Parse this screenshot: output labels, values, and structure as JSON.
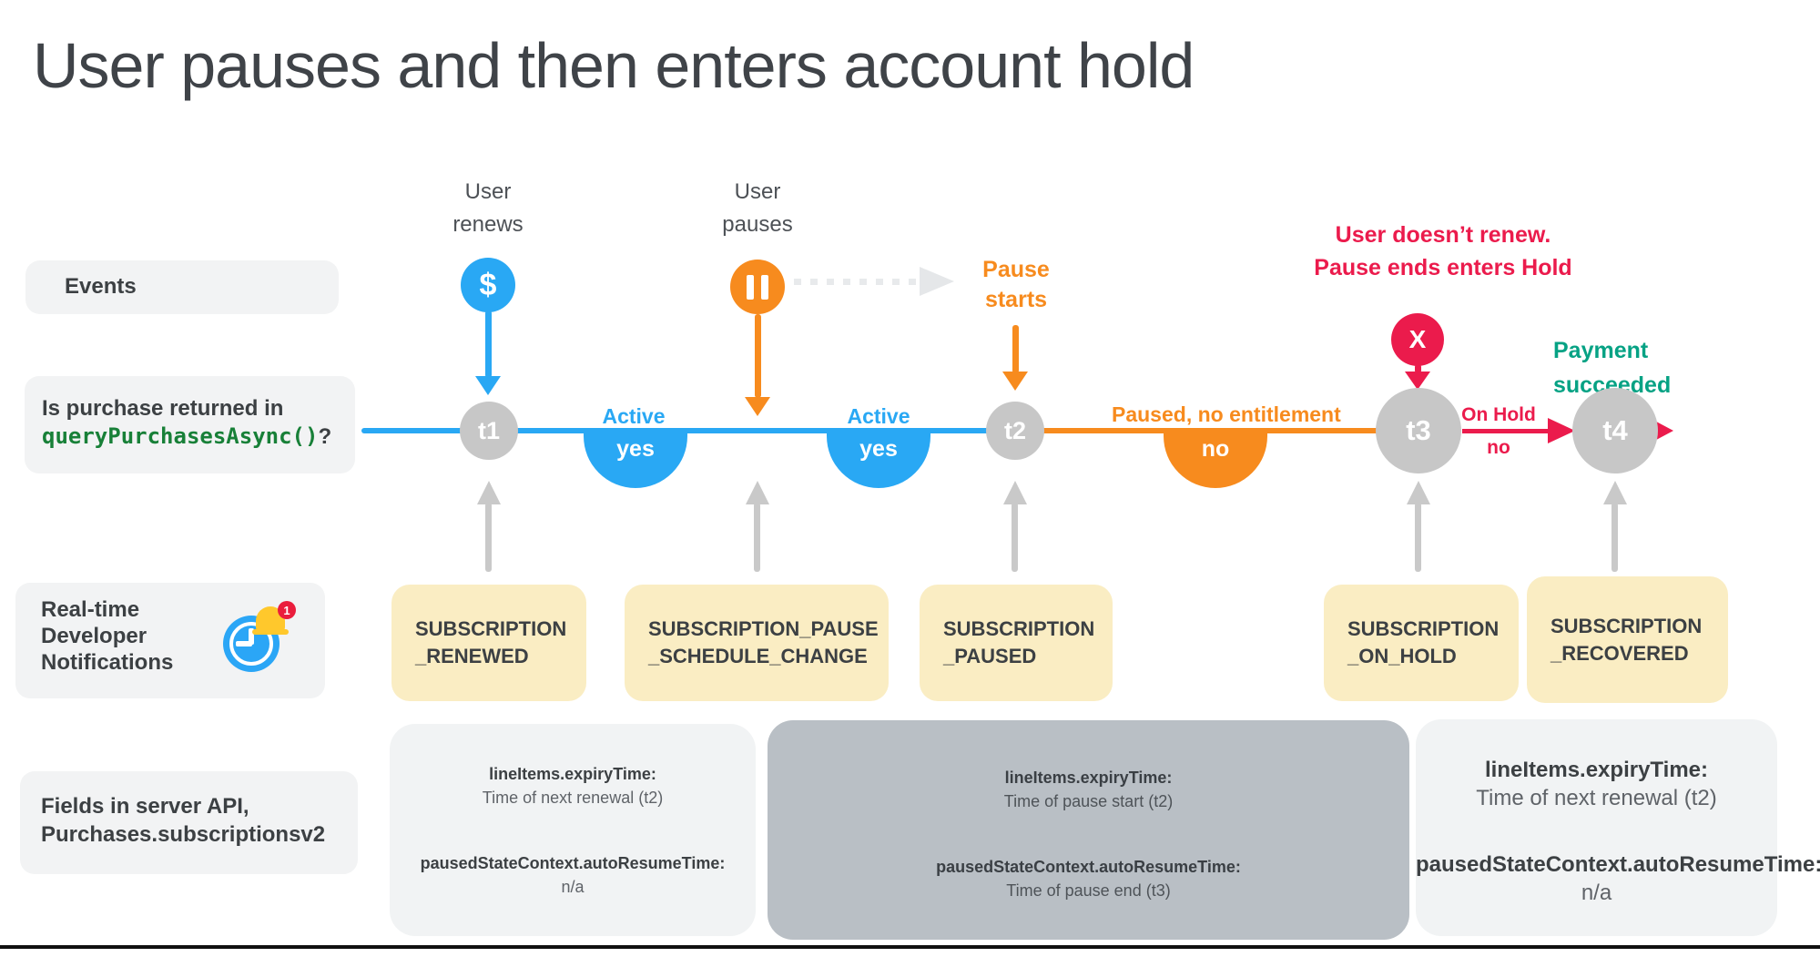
{
  "title": "User pauses and then enters account hold",
  "left_labels": {
    "events": "Events",
    "query": {
      "line1": "Is purchase returned in",
      "code": "queryPurchasesAsync()",
      "question_mark": "?"
    },
    "rtdn": {
      "line1": "Real-time",
      "line2": "Developer",
      "line3": "Notifications",
      "badge_count": "1"
    },
    "fields": {
      "line1": "Fields in server API,",
      "line2": "Purchases.subscriptionsv2"
    }
  },
  "events": {
    "renew": {
      "line1": "User",
      "line2": "renews",
      "glyph": "$"
    },
    "pause": {
      "line1": "User",
      "line2": "pauses"
    },
    "pause_starts": {
      "line1": "Pause",
      "line2": "starts"
    },
    "hold": {
      "line1": "User doesn’t renew.",
      "line2": "Pause ends enters Hold",
      "glyph": "X"
    },
    "recovered": {
      "line1": "Payment",
      "line2": "succeeded"
    }
  },
  "timeline": {
    "t1": "t1",
    "t2": "t2",
    "t3": "t3",
    "t4": "t4",
    "seg1": {
      "state": "Active",
      "value": "yes"
    },
    "seg2": {
      "state": "Active",
      "value": "yes"
    },
    "seg3": {
      "state": "Paused, no entitlement",
      "value": "no"
    },
    "seg4": {
      "state": "On Hold",
      "value": "no"
    }
  },
  "notifications": {
    "renewed": {
      "line1": "SUBSCRIPTION",
      "line2": "_RENEWED"
    },
    "pause_schedule": {
      "line1": "SUBSCRIPTION_PAUSE",
      "line2": "_SCHEDULE_CHANGE"
    },
    "paused": {
      "line1": "SUBSCRIPTION",
      "line2": "_PAUSED"
    },
    "on_hold": {
      "line1": "SUBSCRIPTION",
      "line2": "_ON_HOLD"
    },
    "recovered": {
      "line1": "SUBSCRIPTION",
      "line2": "_RECOVERED"
    }
  },
  "field_boxes": {
    "box1": {
      "f1_name": "lineItems.expiryTime:",
      "f1_value": "Time of next renewal (t2)",
      "f2_name": "pausedStateContext.autoResumeTime:",
      "f2_value": "n/a"
    },
    "box2": {
      "f1_name": "lineItems.expiryTime:",
      "f1_value": "Time of pause start (t2)",
      "f2_name": "pausedStateContext.autoResumeTime:",
      "f2_value": "Time of pause end (t3)"
    },
    "box3": {
      "f1_name": "lineItems.expiryTime:",
      "f1_value": "Time of next renewal (t2)",
      "f2_name": "pausedStateContext.autoResumeTime:",
      "f2_value": "n/a"
    }
  },
  "colors": {
    "blue": "#29a8f4",
    "orange": "#f78b1e",
    "red": "#eb1b4c",
    "teal": "#06a284",
    "gray_node": "#c7c7c7",
    "arrow_gray": "#c9c9c9",
    "yellow_box": "#faedc3",
    "light_box": "#f1f3f4",
    "dark_box": "#b9bfc5",
    "code_green": "#188038",
    "text_dark": "#3c4043"
  }
}
